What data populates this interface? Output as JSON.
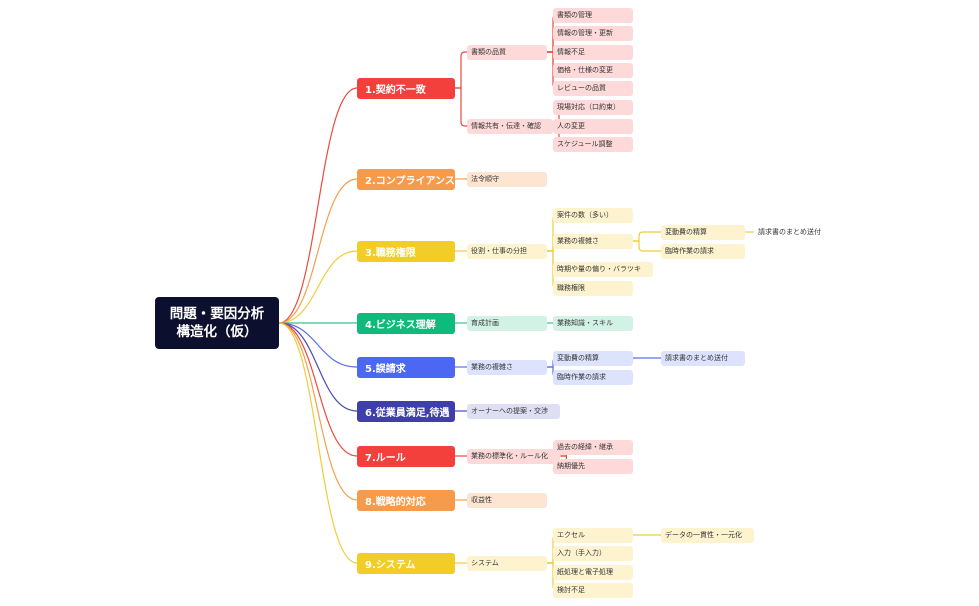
{
  "root": {
    "label": "問題・要因分析\n構造化（仮）",
    "color": "#0d0f2e"
  },
  "branches": [
    {
      "label": "1.契約不一致",
      "color": "#f4403c",
      "light": "#fdd9d9",
      "line": "#e94b3c",
      "children": [
        {
          "label": "書類の品質",
          "children": [
            {
              "label": "書類の管理"
            },
            {
              "label": "情報の管理・更新"
            },
            {
              "label": "情報不足"
            },
            {
              "label": "価格・仕様の変更"
            },
            {
              "label": "レビューの品質"
            }
          ]
        },
        {
          "label": "情報共有・伝達・確認",
          "children": [
            {
              "label": "現場対応（口約束）"
            },
            {
              "label": "人の変更"
            },
            {
              "label": "スケジュール調整"
            }
          ]
        }
      ]
    },
    {
      "label": "2.コンプライアンス",
      "color": "#f59b4b",
      "light": "#fde5d2",
      "line": "#f5a04e",
      "children": [
        {
          "label": "法令順守"
        }
      ]
    },
    {
      "label": "3.職務権限",
      "color": "#f2cc27",
      "light": "#fdf4cf",
      "line": "#f0cb3a",
      "children": [
        {
          "label": "役割・仕事の分担",
          "children": [
            {
              "label": "案件の数（多い）"
            },
            {
              "label": "業務の複雑さ",
              "children": [
                {
                  "label": "変動費の精算",
                  "children": [
                    {
                      "label": "請求書のまとめ送付"
                    }
                  ]
                },
                {
                  "label": "臨時作業の請求"
                }
              ]
            },
            {
              "label": "時期や量の偏り・バラツキ"
            },
            {
              "label": "職務権限"
            }
          ]
        }
      ]
    },
    {
      "label": "4.ビジネス理解",
      "color": "#10b97c",
      "light": "#d3f2e6",
      "line": "#3cc08f",
      "children": [
        {
          "label": "育成計画",
          "children": [
            {
              "label": "業務知識・スキル"
            }
          ]
        }
      ]
    },
    {
      "label": "5.誤請求",
      "color": "#4c67f2",
      "light": "#dde3fd",
      "line": "#5a6ff0",
      "children": [
        {
          "label": "業務の複雑さ",
          "children": [
            {
              "label": "変動費の精算",
              "children": [
                {
                  "label": "請求書のまとめ送付"
                }
              ]
            },
            {
              "label": "臨時作業の請求"
            }
          ]
        }
      ]
    },
    {
      "label": "6.従業員満足,待遇",
      "color": "#3e3fa8",
      "light": "#dedff3",
      "line": "#4a4bb0",
      "children": [
        {
          "label": "オーナーへの提案・交渉"
        }
      ]
    },
    {
      "label": "7.ルール",
      "color": "#f4403c",
      "light": "#fdd9d9",
      "line": "#e94b3c",
      "children": [
        {
          "label": "業務の標準化・ルール化",
          "children": [
            {
              "label": "過去の経緯・継承"
            },
            {
              "label": "納期優先"
            }
          ]
        }
      ]
    },
    {
      "label": "8.戦略的対応",
      "color": "#f59b4b",
      "light": "#fde5d2",
      "line": "#f5a04e",
      "children": [
        {
          "label": "収益性"
        }
      ]
    },
    {
      "label": "9.システム",
      "color": "#f2cc27",
      "light": "#fdf4cf",
      "line": "#f0cb3a",
      "children": [
        {
          "label": "システム",
          "children": [
            {
              "label": "エクセル",
              "children": [
                {
                  "label": "データの一貫性・一元化"
                }
              ]
            },
            {
              "label": "入力（手入力）"
            },
            {
              "label": "紙処理と電子処理"
            },
            {
              "label": "検討不足"
            }
          ]
        }
      ]
    }
  ]
}
